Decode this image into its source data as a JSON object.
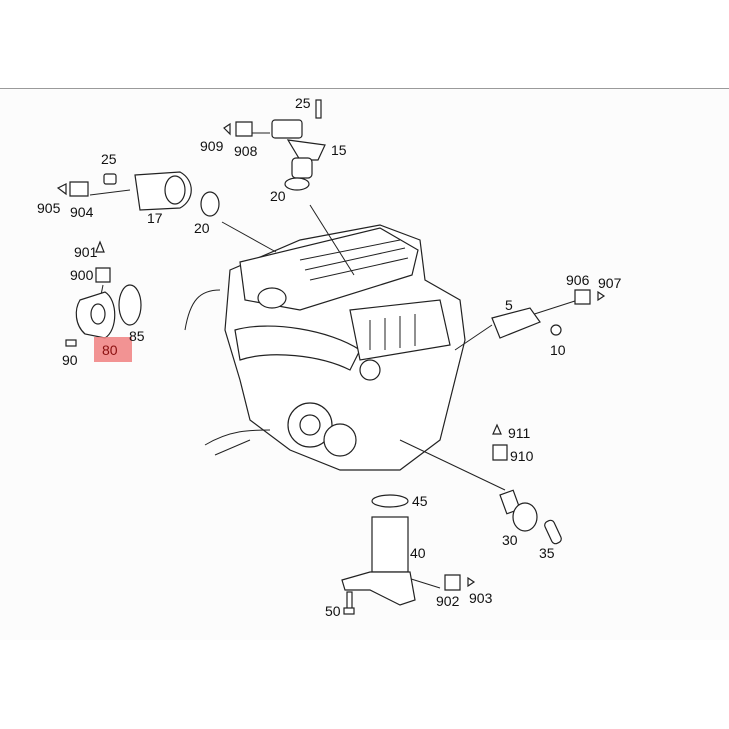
{
  "diagram": {
    "highlight_color": "#f08080",
    "highlighted_part": "80",
    "labels": {
      "p25a": "25",
      "p909": "909",
      "p908": "908",
      "p15": "15",
      "p25b": "25",
      "p905": "905",
      "p904": "904",
      "p17": "17",
      "p20a": "20",
      "p20b": "20",
      "p901": "901",
      "p900": "900",
      "p85": "85",
      "p80": "80",
      "p90": "90",
      "p906": "906",
      "p907": "907",
      "p5": "5",
      "p10": "10",
      "p911": "911",
      "p910": "910",
      "p45": "45",
      "p40": "40",
      "p30": "30",
      "p35": "35",
      "p902": "902",
      "p903": "903",
      "p50": "50"
    }
  }
}
